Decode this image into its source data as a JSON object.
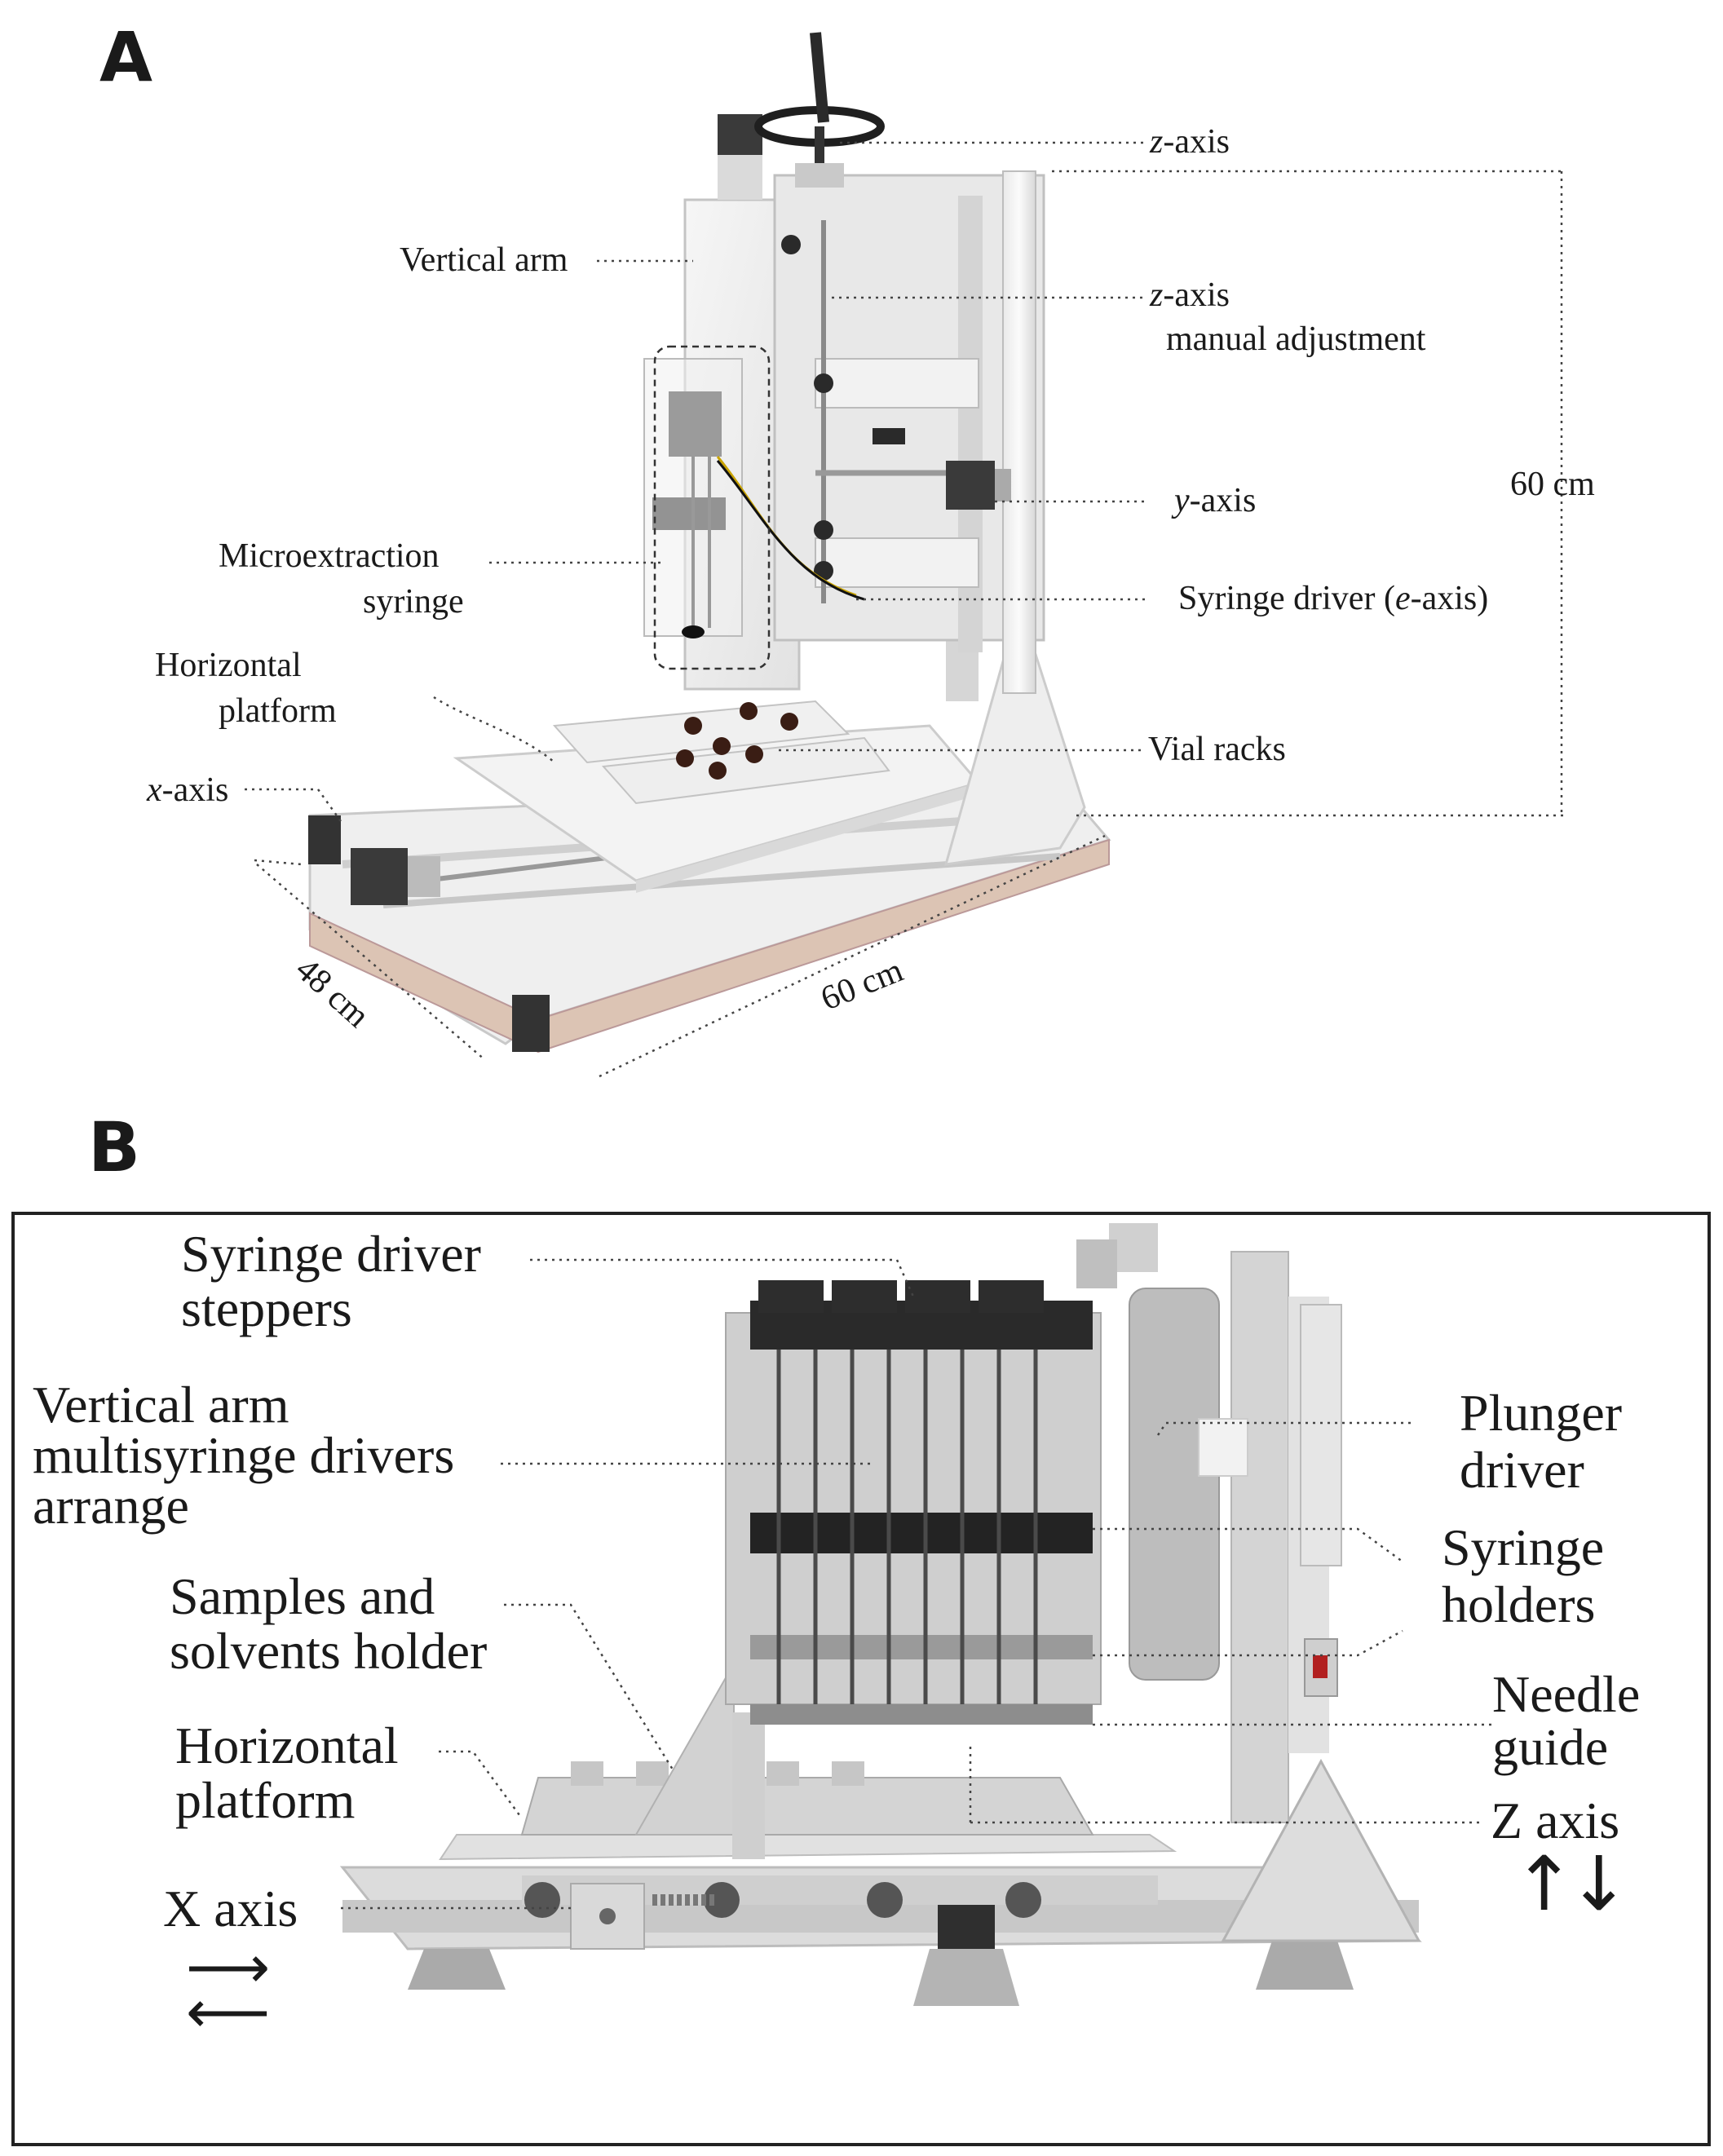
{
  "panel_a": {
    "letter": "A",
    "labels": {
      "z_axis": {
        "var": "z",
        "text": "-axis"
      },
      "vertical_arm": "Vertical arm",
      "z_manual_line1": {
        "var": "z",
        "text": "-axis"
      },
      "z_manual_line2": "manual adjustment",
      "height": "60 cm",
      "y_axis": {
        "var": "y",
        "text": "-axis"
      },
      "microextraction_line1": "Microextraction",
      "microextraction_line2": "syringe",
      "syringe_driver_pre": "Syringe driver (",
      "syringe_driver_var": "e",
      "syringe_driver_post": "-axis)",
      "horizontal_line1": "Horizontal",
      "horizontal_line2": "platform",
      "vial_racks": "Vial racks",
      "x_axis": {
        "var": "x",
        "text": "-axis"
      },
      "depth": "48 cm",
      "width": "60 cm"
    }
  },
  "panel_b": {
    "letter": "B",
    "labels": {
      "stepper_line1": "Syringe driver",
      "stepper_line2": "steppers",
      "vertical_line1": "Vertical arm",
      "vertical_line2": "multisyringe drivers",
      "vertical_line3": "arrange",
      "plunger_line1": "Plunger",
      "plunger_line2": "driver",
      "holders_line1": "Syringe",
      "holders_line2": "holders",
      "samples_line1": "Samples and",
      "samples_line2": "solvents holder",
      "needle_line1": "Needle",
      "needle_line2": "guide",
      "horizontal_line1": "Horizontal",
      "horizontal_line2": "platform",
      "z_axis": "Z axis",
      "x_axis": "X axis"
    },
    "arrows": {
      "z": "↑↓",
      "x_right": "⟶",
      "x_left": "⟵"
    }
  }
}
